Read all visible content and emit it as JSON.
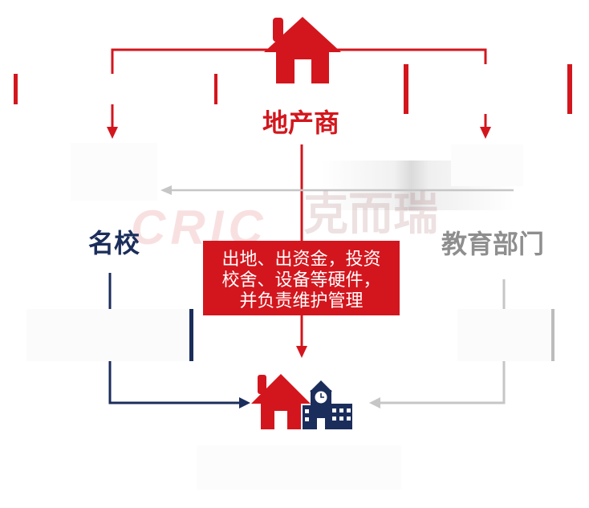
{
  "diagram": {
    "developer": {
      "label": "地产商",
      "icon": "house-icon"
    },
    "school": {
      "label": "名校"
    },
    "education_department": {
      "label": "教育部门"
    },
    "developer_role": {
      "lines": [
        "出地、出资金，投资",
        "校舍、设备等硬件，",
        "并负责维护管理"
      ]
    },
    "campus": {
      "icons": [
        "house-icon",
        "school-building-icon"
      ]
    }
  },
  "watermark": {
    "latin": "CRIC",
    "cjk": "克而瑞"
  },
  "colors": {
    "developer_red": "#d3161d",
    "school_navy": "#1b2d5b",
    "education_gray": "#8e8e8e",
    "arrow_gray": "#c6c6c6"
  }
}
